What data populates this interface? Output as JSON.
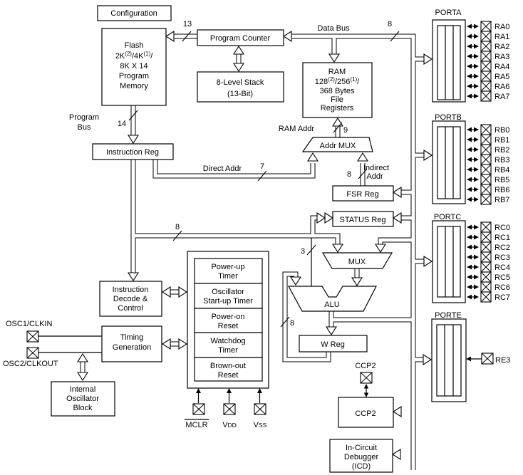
{
  "blocks": {
    "configuration": "Configuration",
    "flash": {
      "title": "Flash",
      "cap_a": "2K",
      "cap_b": "(2)",
      "cap_c": "/4K",
      "cap_d": "(1)",
      "cap_e": "/",
      "line3": "8K X 14",
      "line4": "Program",
      "line5": "Memory"
    },
    "program_counter": "Program Counter",
    "stack_l1": "8-Level Stack",
    "stack_l2": "(13-Bit)",
    "ram": {
      "title": "RAM",
      "cap_a": "128",
      "cap_b": "(2)",
      "cap_c": "/256",
      "cap_d": "(1)",
      "cap_e": "/",
      "line3": "368 Bytes",
      "line4": "File",
      "line5": "Registers"
    },
    "instruction_reg": "Instruction Reg",
    "addr_mux": "Addr MUX",
    "fsr_reg": "FSR Reg",
    "status_reg": "STATUS Reg",
    "mux": "MUX",
    "alu": "ALU",
    "w_reg": "W Reg",
    "decode_l1": "Instruction",
    "decode_l2": "Decode &",
    "decode_l3": "Control",
    "timing_l1": "Timing",
    "timing_l2": "Generation",
    "int_osc_l1": "Internal",
    "int_osc_l2": "Oscillator",
    "int_osc_l3": "Block",
    "timers": {
      "t1a": "Power-up",
      "t1b": "Timer",
      "t2a": "Oscillator",
      "t2b": "Start-up Timer",
      "t3a": "Power-on",
      "t3b": "Reset",
      "t4a": "Watchdog",
      "t4b": "Timer",
      "t5a": "Brown-out",
      "t5b": "Reset"
    },
    "ccp2": "CCP2",
    "icd_l1": "In-Circuit",
    "icd_l2": "Debugger",
    "icd_l3": "(ICD)"
  },
  "labels": {
    "data_bus": "Data Bus",
    "bus13": "13",
    "bus8_top": "8",
    "bus14": "14",
    "program_bus_l1": "Program",
    "program_bus_l2": "Bus",
    "ram_addr": "RAM Addr",
    "bus9": "9",
    "direct_addr": "Direct Addr",
    "bus7": "7",
    "bus8_indirect": "8",
    "indirect_l1": "Indirect",
    "indirect_l2": "Addr",
    "bus8_mid": "8",
    "bus3": "3",
    "bus8_wreg": "8"
  },
  "pins": {
    "osc1": "OSC1/CLKIN",
    "osc2": "OSC2/CLKOUT",
    "mclr": "MCLR",
    "vdd_main": "V",
    "vdd_sub": "DD",
    "vss_main": "V",
    "vss_sub": "SS",
    "ccp2": "CCP2",
    "re3": "RE3"
  },
  "ports": {
    "porta": {
      "label": "PORTA",
      "pins": [
        "RA0",
        "RA1",
        "RA2",
        "RA3",
        "RA4",
        "RA5",
        "RA6",
        "RA7"
      ]
    },
    "portb": {
      "label": "PORTB",
      "pins": [
        "RB0",
        "RB1",
        "RB2",
        "RB3",
        "RB4",
        "RB5",
        "RB6",
        "RB7"
      ]
    },
    "portc": {
      "label": "PORTC",
      "pins": [
        "RC0",
        "RC1",
        "RC2",
        "RC3",
        "RC4",
        "RC5",
        "RC6",
        "RC7"
      ]
    },
    "porte": {
      "label": "PORTE",
      "pins": [
        "RE3"
      ]
    }
  }
}
